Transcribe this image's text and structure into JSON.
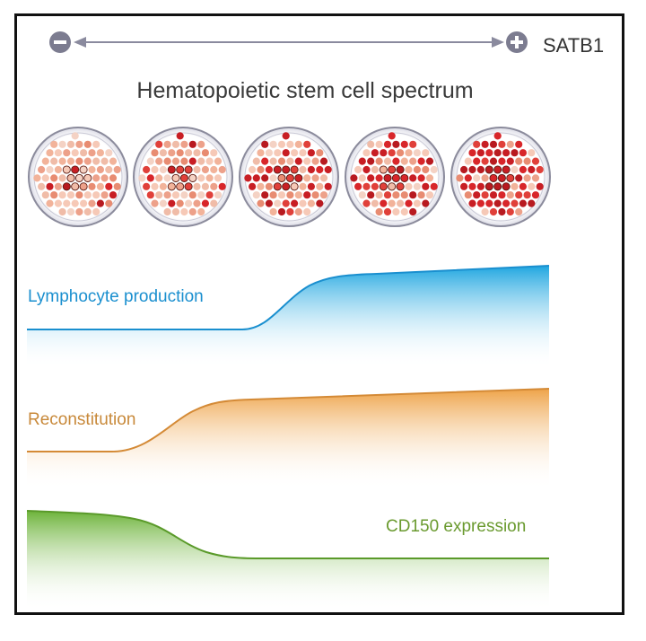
{
  "axis": {
    "minus_symbol": "−",
    "plus_symbol": "+",
    "gene": "SATB1"
  },
  "title": "Hematopoietic stem cell spectrum",
  "dishes": [
    {
      "index": 1,
      "dark_center_fraction": 0.1
    },
    {
      "index": 2,
      "dark_center_fraction": 0.3
    },
    {
      "index": 3,
      "dark_center_fraction": 0.5
    },
    {
      "index": 4,
      "dark_center_fraction": 0.7
    },
    {
      "index": 5,
      "dark_center_fraction": 0.95
    }
  ],
  "curves": {
    "lymphocyte": {
      "label": "Lymphocyte production",
      "color": "#1a9fd8",
      "trend": "increasing"
    },
    "reconstitution": {
      "label": "Reconstitution",
      "color": "#e8a04a",
      "trend": "increasing"
    },
    "cd150": {
      "label": "CD150 expression",
      "color": "#6fae3a",
      "trend": "decreasing"
    }
  }
}
